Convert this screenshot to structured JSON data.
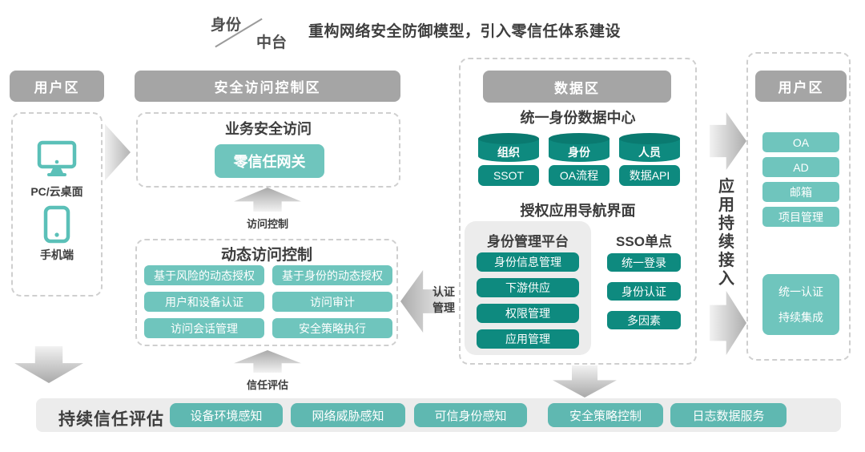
{
  "colors": {
    "teal_light": "#6fc5bd",
    "teal_dark": "#0e8a7f",
    "teal_bar": "#5fb8b1",
    "header_gray": "#a5a5a5",
    "panel_gray": "#ececec",
    "text_dark": "#3d3d3d"
  },
  "header": {
    "logo_top": "身份",
    "logo_bottom": "中台",
    "title": "重构网络安全防御模型，引入零信任体系建设"
  },
  "left_user_zone": {
    "header": "用户区",
    "devices": [
      {
        "icon": "monitor-icon",
        "label": "PC/云桌面"
      },
      {
        "icon": "phone-icon",
        "label": "手机端"
      }
    ]
  },
  "security_zone": {
    "header": "安全访问控制区",
    "business_access": {
      "title": "业务安全访问",
      "gateway_label": "零信任网关"
    },
    "access_control_label": "访问控制",
    "dynamic": {
      "title": "动态访问控制",
      "buttons": [
        "基于风险的动态授权",
        "基于身份的动态授权",
        "用户和设备认证",
        "访问审计",
        "访问会话管理",
        "安全策略执行"
      ]
    },
    "trust_eval_label": "信任评估"
  },
  "auth_mgmt_label": "认证管理",
  "data_zone": {
    "header": "数据区",
    "identity_center": {
      "title": "统一身份数据中心",
      "cylinders": [
        "组织",
        "身份",
        "人员"
      ],
      "services": [
        "SSOT",
        "OA流程",
        "数据API"
      ]
    },
    "nav": {
      "title": "授权应用导航界面",
      "idp": {
        "title": "身份管理平台",
        "buttons": [
          "身份信息管理",
          "下游供应",
          "权限管理",
          "应用管理"
        ]
      },
      "sso": {
        "title": "SSO单点",
        "buttons": [
          "统一登录",
          "身份认证",
          "多因素"
        ]
      }
    }
  },
  "app_access_label": "应用持续接入",
  "right_user_zone": {
    "header": "用户区",
    "apps": [
      "OA",
      "AD",
      "邮箱",
      "项目管理"
    ],
    "auth_box": {
      "line1": "统一认证",
      "line2": "持续集成"
    }
  },
  "bottom_bar": {
    "title": "持续信任评估",
    "buttons": [
      "设备环境感知",
      "网络威胁感知",
      "可信身份感知",
      "安全策略控制",
      "日志数据服务"
    ]
  }
}
